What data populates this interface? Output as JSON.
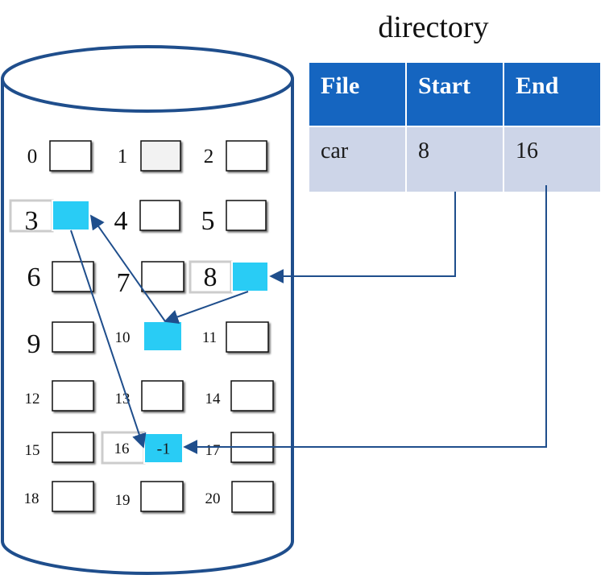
{
  "title": "directory",
  "directory": {
    "headers": [
      "File",
      "Start",
      "End"
    ],
    "rows": [
      [
        "car",
        "8",
        "16"
      ]
    ]
  },
  "colors": {
    "cylinder_stroke": "#1f4e8c",
    "header_bg": "#1565c0",
    "row_bg": "#cdd5e8",
    "used_block": "#29ccf5",
    "unused_block": "#ffffff",
    "light_block": "#f2f2f2",
    "arrow": "#1f4e8c"
  },
  "blocks": [
    {
      "num": "0"
    },
    {
      "num": "1"
    },
    {
      "num": "2"
    },
    {
      "num": "3",
      "used": true
    },
    {
      "num": "4"
    },
    {
      "num": "5"
    },
    {
      "num": "6"
    },
    {
      "num": "7"
    },
    {
      "num": "8",
      "used": true
    },
    {
      "num": "9"
    },
    {
      "num": "10",
      "used": true
    },
    {
      "num": "11"
    },
    {
      "num": "12"
    },
    {
      "num": "13"
    },
    {
      "num": "14"
    },
    {
      "num": "15"
    },
    {
      "num": "16",
      "used": true,
      "value": "-1"
    },
    {
      "num": "17"
    },
    {
      "num": "18"
    },
    {
      "num": "19"
    },
    {
      "num": "20"
    }
  ],
  "links": [
    {
      "from": "Start",
      "to": "8"
    },
    {
      "from": "8",
      "to": "10"
    },
    {
      "from": "10",
      "to": "3"
    },
    {
      "from": "3",
      "to": "16"
    },
    {
      "from": "End",
      "to": "16"
    }
  ]
}
